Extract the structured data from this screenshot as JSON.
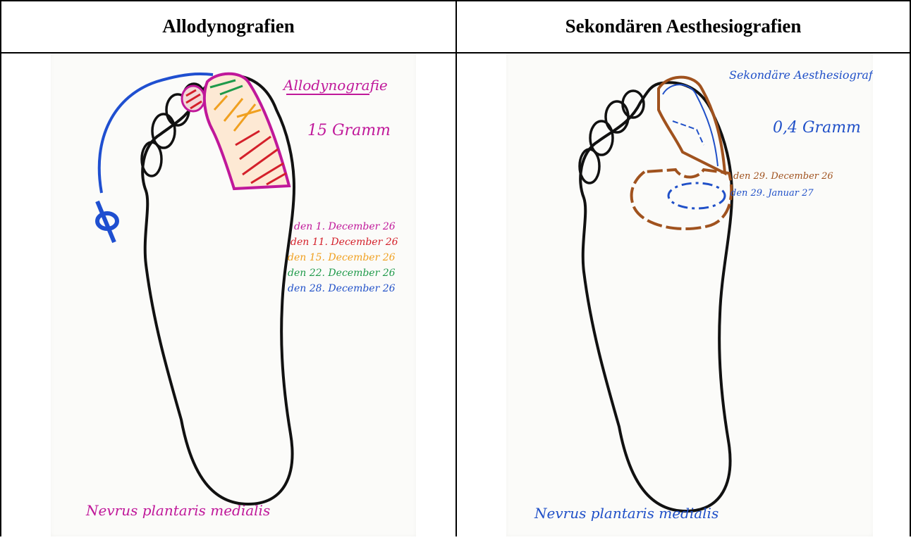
{
  "table": {
    "headers": [
      "Allodynografien",
      "Sekondären Aesthesiografien"
    ]
  },
  "left_sheet": {
    "title": "Allodynografie",
    "pressure": "15 Gramm",
    "dates": [
      {
        "text": "den 1. December 26",
        "color": "#c0189a"
      },
      {
        "text": "den 11. December 26",
        "color": "#d4202a"
      },
      {
        "text": "den 15. December 26",
        "color": "#f0a020"
      },
      {
        "text": "den 22. December 26",
        "color": "#1f9a4a"
      },
      {
        "text": "den 28. December 26",
        "color": "#2050c8"
      }
    ],
    "nerve": "Nevrus plantaris medialis",
    "colors": {
      "outline": "#111111",
      "magenta": "#c0189a",
      "red": "#d4202a",
      "orange": "#f0a020",
      "green": "#1f9a4a",
      "blue": "#1f4fd0"
    }
  },
  "right_sheet": {
    "title": "Sekondäre Aesthesiografie",
    "pressure": "0,4 Gramm",
    "dates": [
      {
        "text": "den 29. December 26",
        "color": "#a0521e"
      },
      {
        "text": "den 29. Januar 27",
        "color": "#2050c8"
      }
    ],
    "nerve": "Nevrus plantaris medialis",
    "colors": {
      "outline": "#111111",
      "brown": "#a0521e",
      "blue": "#2050c8"
    }
  }
}
